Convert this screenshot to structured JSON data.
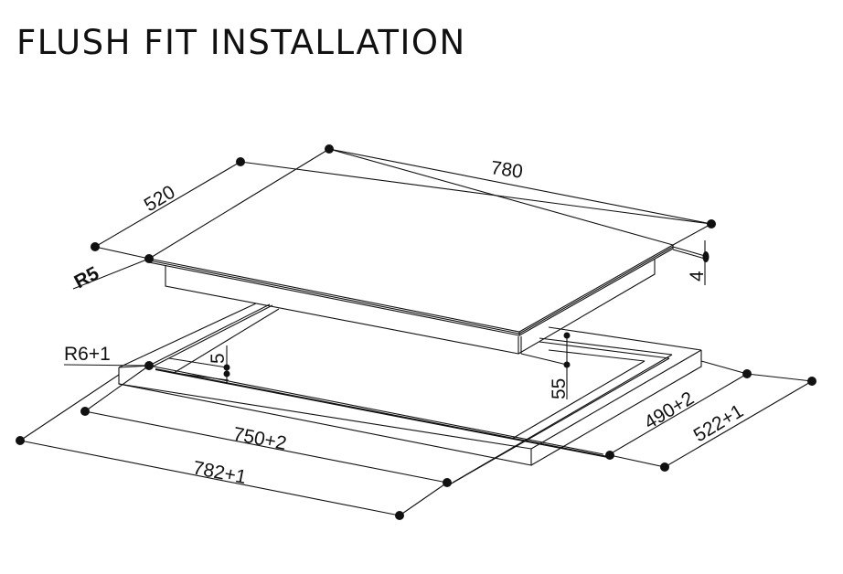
{
  "page": {
    "title": "FLUSH FIT INSTALLATION"
  },
  "colors": {
    "ink": "#111111",
    "background": "#ffffff"
  },
  "diagram": {
    "type": "isometric installation drawing",
    "hob_dimensions": {
      "width": "780",
      "depth": "520",
      "corner_radius": "R5",
      "glass_thickness": "4",
      "body_depth": "55"
    },
    "cutout_dimensions": {
      "inner_width": "750+2",
      "outer_width": "782+1",
      "inner_depth": "490+2",
      "outer_depth": "522+1",
      "corner_radius": "R6+1",
      "rebate_depth": "5"
    }
  }
}
